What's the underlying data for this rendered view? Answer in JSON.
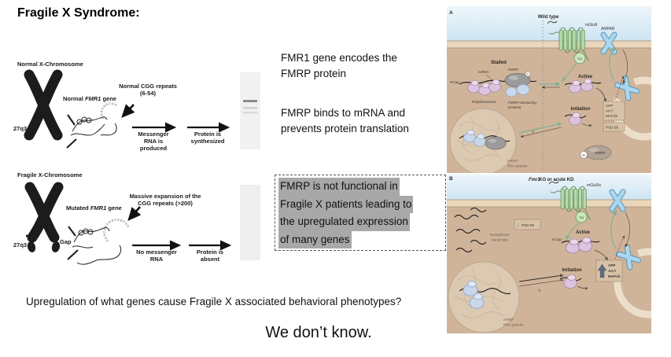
{
  "slide": {
    "title": "Fragile X Syndrome:",
    "question": "Upregulation of what genes cause Fragile X associated behavioral phenotypes?",
    "answer": "We don’t know."
  },
  "notes": {
    "note1": "FMR1 gene encodes the FMRP protein",
    "note2": "FMRP binds to mRNA and prevents protein translation",
    "highlight_lines": [
      "FMRP is not functional in",
      "Fragile X patients leading to",
      "the upregulated expression",
      "of many genes"
    ]
  },
  "pathway": {
    "normal": {
      "heading": "Normal X-Chromosome",
      "locus": "27q3",
      "gene_prefix": "Normal ",
      "gene_italic": "FMR1",
      "gene_suffix": " gene",
      "repeats": "Normal CGG repeats (6-54)",
      "cgg": "C G G C G G C G G",
      "step1": "Messenger RNA is produced",
      "step2": "Protein is synthesized"
    },
    "fragile": {
      "heading": "Fragile X-Chromosome",
      "locus": "27q3",
      "gap": "Gap",
      "gene_prefix": "Mutated ",
      "gene_italic": "FMR1",
      "gene_suffix": " gene",
      "repeats": "Massive expansion of the CGG repeats (>200)",
      "cgg": "C G G C G G C G G C G G C G G",
      "step1": "No messenger RNA",
      "step2": "Protein is absent"
    }
  },
  "figure": {
    "panelA": {
      "label": "A",
      "title": "Wild type",
      "mglur": "mGluR",
      "gq": "Gq",
      "ampar": "AMPAR",
      "stalled": "Stalled",
      "mrna": "mRNA",
      "fmrp": "FMRP",
      "phospho": "P",
      "cap": "5'Cap",
      "polyribosomes": "Polyribosomes",
      "interacting1": "FMRP-interacting",
      "interacting2": "proteins",
      "active": "Active",
      "initiation": "Initiation",
      "gene1": "APP",
      "gene2": "Arc?",
      "gene3": "MAP1b",
      "psd": "PSD-95",
      "ub": "Ub",
      "fmrp2": "FMRP",
      "granule1": "mRNP",
      "granule2": "RNA granule",
      "q": "?"
    },
    "panelB": {
      "label": "B",
      "title_italic": "Fmr1",
      "title_rest": " KO or acute KD",
      "mglurs": "mGluRs",
      "gq": "Gq",
      "destab1": "Destabilized",
      "destab2": "transcripts",
      "arrow_down": "↓",
      "psd": "PSD-95",
      "active": "Active",
      "cap": "5'Cap",
      "initiation": "Initiation",
      "gene1": "APP",
      "gene2": "Arc?",
      "gene3": "MAP1b",
      "granule1": "mRNP",
      "granule2": "RNA granule",
      "q": "?"
    }
  },
  "colors": {
    "highlight_bg": "#a8a8a8",
    "figure_body": "#d0b49a",
    "membrane": "#e9d6bb",
    "receptor_green": "#b7dcab",
    "receptor_blue": "#aad7ee",
    "ribosome_pink": "#dcc3de",
    "fmrp_gray": "#9b9b9b"
  }
}
